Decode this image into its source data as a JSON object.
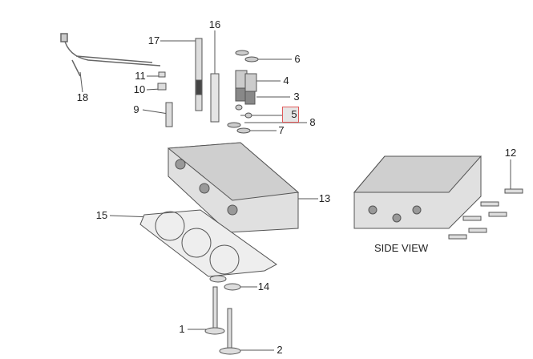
{
  "diagram": {
    "callouts": [
      "1",
      "2",
      "3",
      "4",
      "5",
      "6",
      "7",
      "8",
      "9",
      "10",
      "11",
      "12",
      "13",
      "14",
      "15",
      "16",
      "17",
      "18"
    ],
    "selected_callout": "5",
    "side_view_label": "SIDE VIEW",
    "highlight_color": "#e05a5a"
  }
}
